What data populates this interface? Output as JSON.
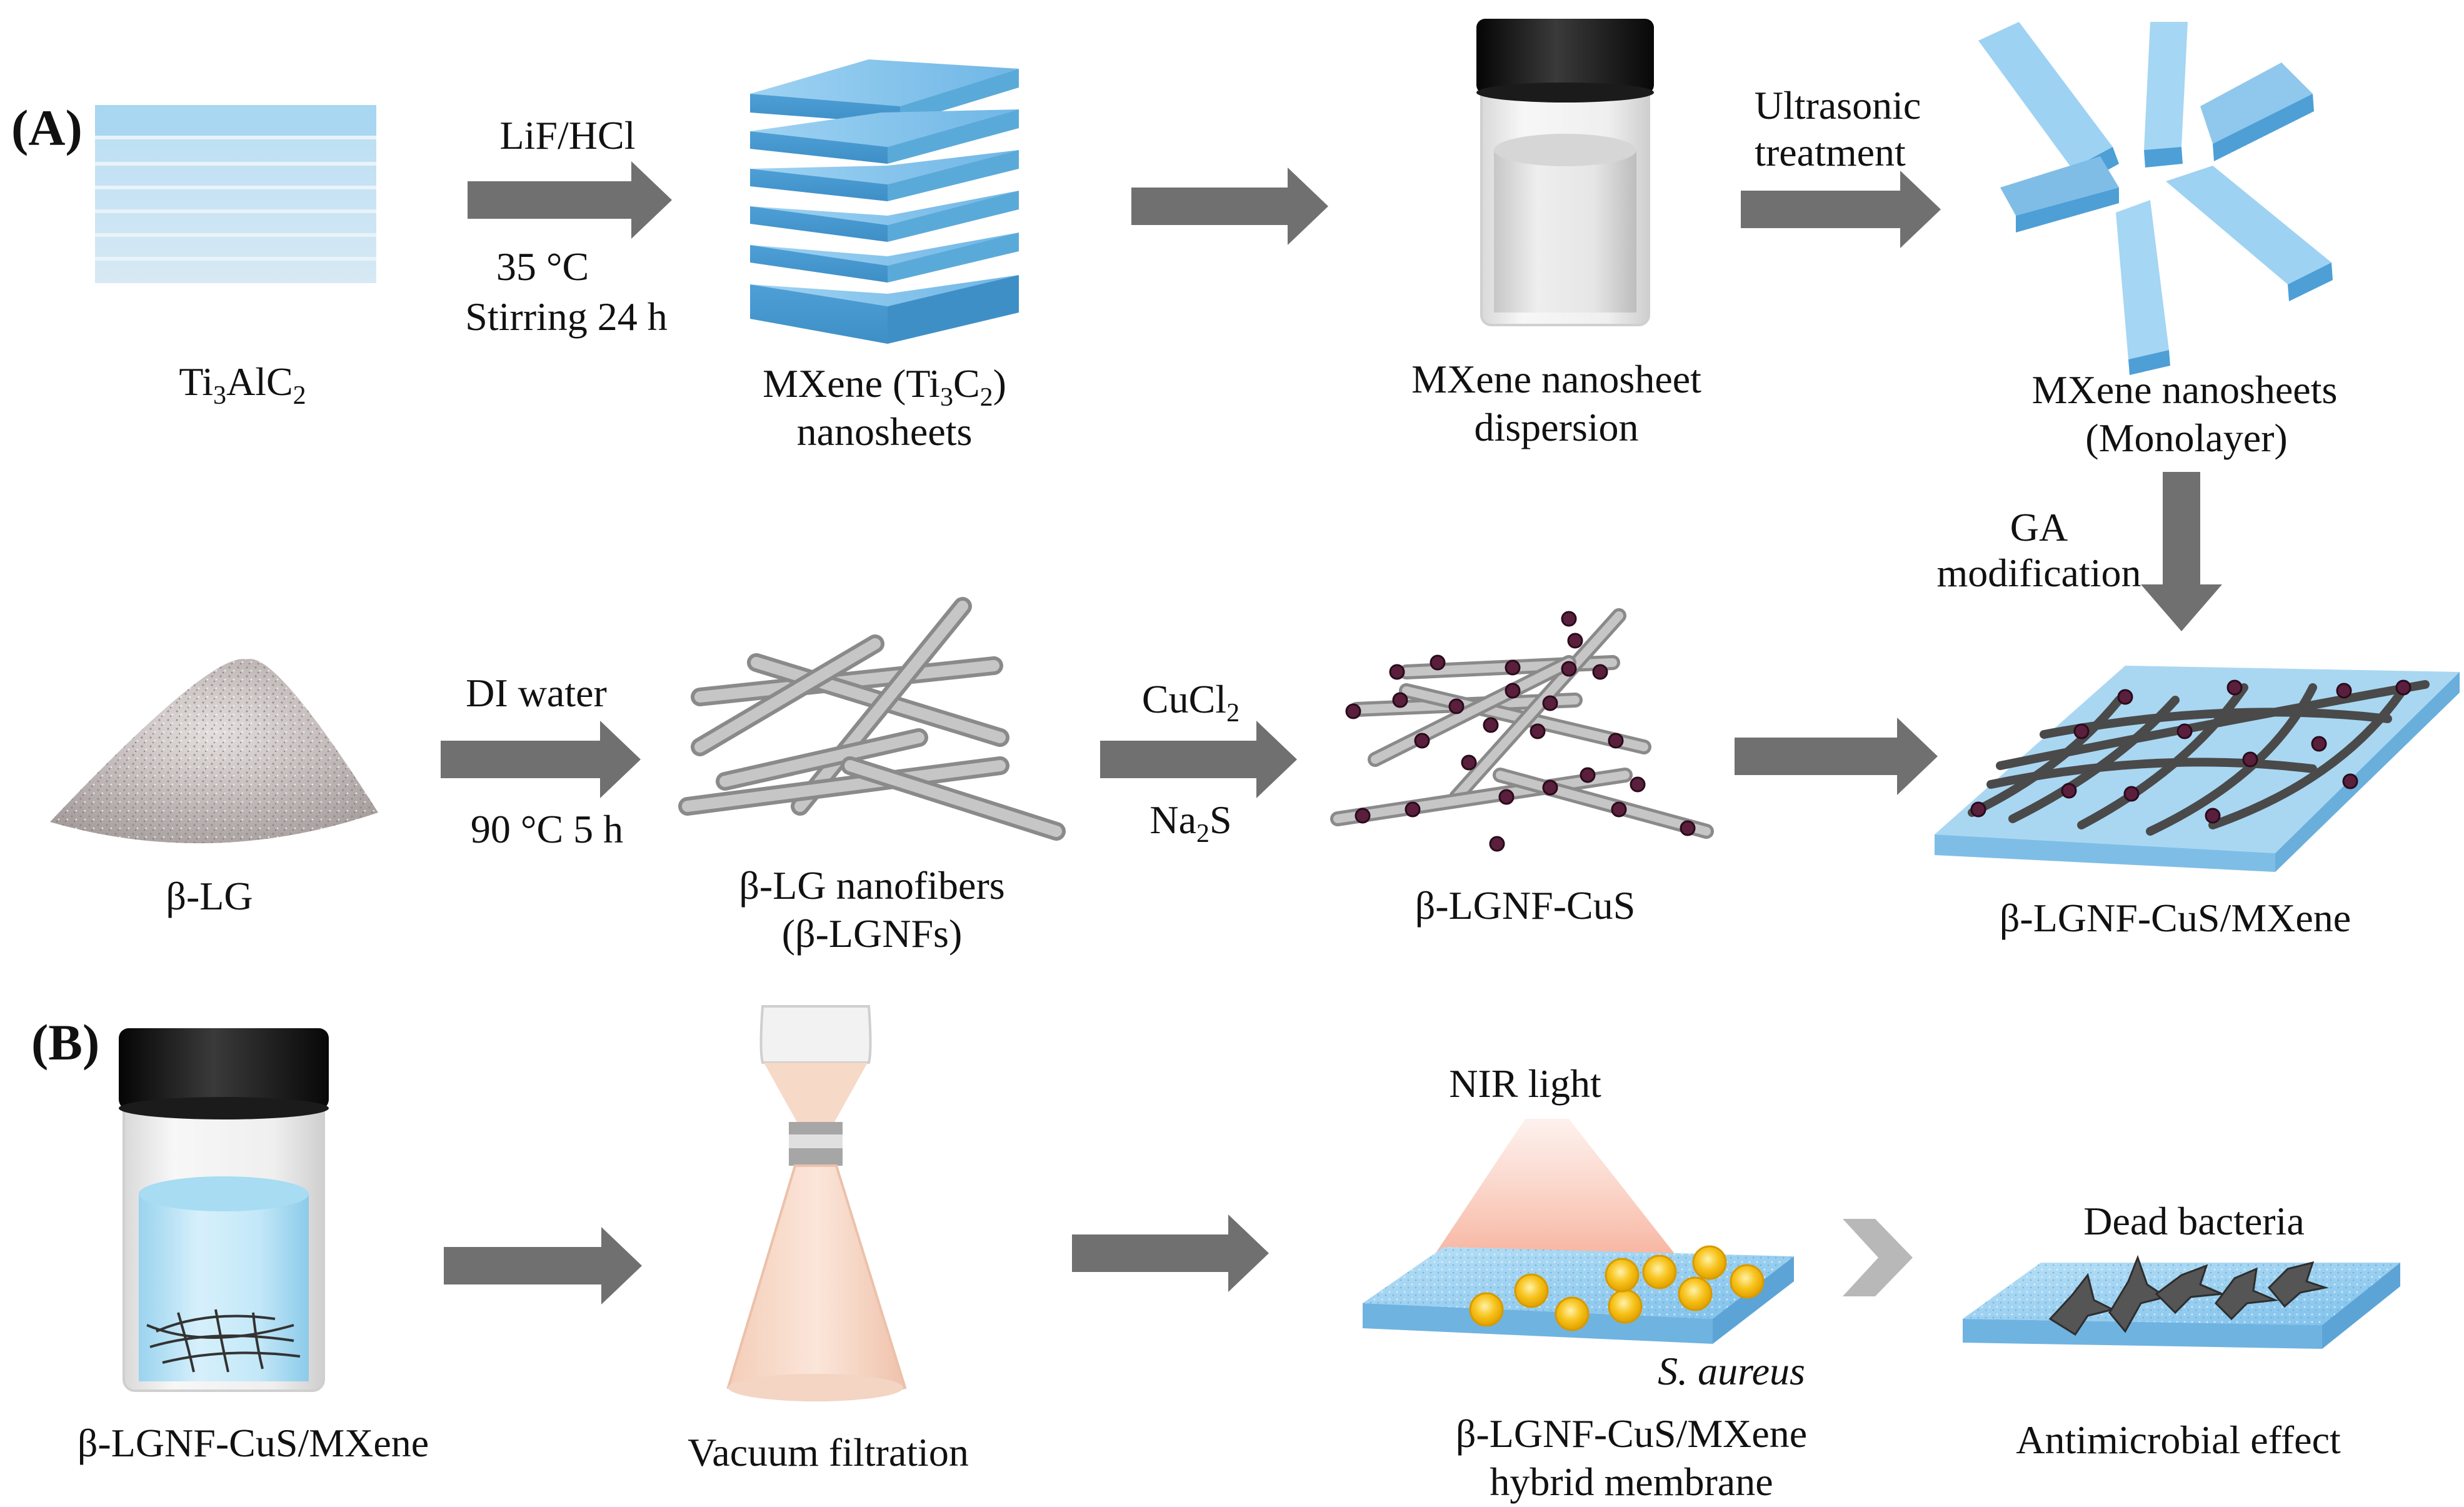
{
  "panels": {
    "a": "(A)",
    "b": "(B)"
  },
  "row1": {
    "ti3alc2_label": {
      "pre": "Ti",
      "s1": "3",
      "mid": "AlC",
      "s2": "2"
    },
    "arrow1_top": "LiF/HCl",
    "arrow1_bottom1": "35 °C",
    "arrow1_bottom2": "Stirring 24 h",
    "mxene_label1": {
      "pre": "MXene (Ti",
      "s1": "3",
      "mid": "C",
      "s2": "2",
      "post": ")"
    },
    "mxene_label2": "nanosheets",
    "dispersion_label1": "MXene nanosheet",
    "dispersion_label2": "dispersion",
    "arrow3_top1": "Ultrasonic",
    "arrow3_top2": "treatment",
    "mono_label1": "MXene nanosheets",
    "mono_label2": "(Monolayer)",
    "ga_label1": "GA",
    "ga_label2": "modification"
  },
  "row2": {
    "blg_label": "β-LG",
    "arrow_top": "DI water",
    "arrow_bottom": "90 °C 5 h",
    "nanofibers_label1": "β-LG nanofibers",
    "nanofibers_label2": "(β-LGNFs)",
    "cucl2_label": {
      "pre": "CuCl",
      "s1": "2"
    },
    "na2s_label": {
      "pre": "Na",
      "s1": "2",
      "post": "S"
    },
    "cus_label": "β-LGNF-CuS",
    "composite_label": "β-LGNF-CuS/MXene"
  },
  "row3": {
    "bottle_label": "β-LGNF-CuS/MXene",
    "filtration_label": "Vacuum filtration",
    "nir_label": "NIR light",
    "saureus_label": "S. aureus",
    "membrane_label1": "β-LGNF-CuS/MXene",
    "membrane_label2": "hybrid membrane",
    "dead_label": "Dead bacteria",
    "effect_label": "Antimicrobial effect"
  },
  "colors": {
    "arrow": "#707070",
    "mxene_blue": "#8fc8ec",
    "fiber_gray": "#a8a8a8",
    "cus_particle": "#5a1f3c",
    "bacteria_yellow": "#f7c21a",
    "dead_bacteria": "#555555"
  }
}
